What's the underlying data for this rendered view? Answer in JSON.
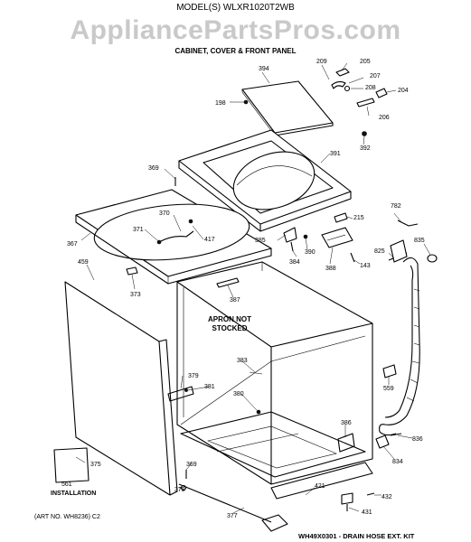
{
  "header": {
    "model_title": "MODEL(S) WLXR1020T2WB",
    "watermark": "AppliancePartsPros.com",
    "section_title": "CABINET, COVER & FRONT PANEL"
  },
  "notes": {
    "apron_line1": "APRON NOT",
    "apron_line2": "STOCKED",
    "installation": "INSTALLATION"
  },
  "footer": {
    "art_no": "(ART NO. WH8236) C2",
    "kit_note": "WH49X0301 - DRAIN HOSE EXT. KIT"
  },
  "part_labels": {
    "p394": "394",
    "p209": "209",
    "p205": "205",
    "p207": "207",
    "p208": "208",
    "p204": "204",
    "p206": "206",
    "p198": "198",
    "p392": "392",
    "p391": "391",
    "p369a": "369",
    "p782": "782",
    "p215": "215",
    "p370": "370",
    "p371": "371",
    "p417": "417",
    "p367": "367",
    "p385": "385",
    "p390": "390",
    "p384": "384",
    "p388": "388",
    "p143": "143",
    "p825": "825",
    "p835": "835",
    "p459": "459",
    "p373": "373",
    "p387": "387",
    "p383": "383",
    "p379": "379",
    "p381": "381",
    "p380": "380",
    "p559": "559",
    "p386": "386",
    "p836": "836",
    "p834": "834",
    "p375": "375",
    "p561": "561",
    "p369b": "369",
    "p378": "378",
    "p421": "421",
    "p377": "377",
    "p432": "432",
    "p431": "431"
  }
}
